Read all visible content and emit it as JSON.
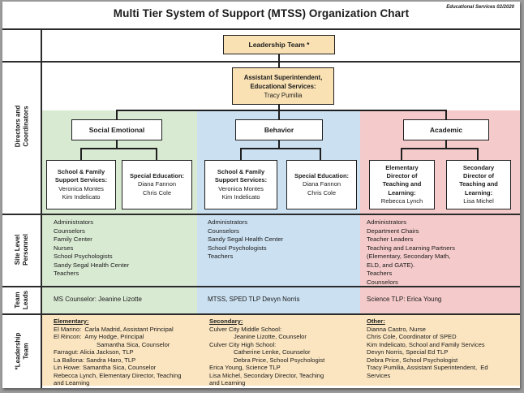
{
  "title": "Multi Tier System of Support (MTSS) Organization Chart",
  "corner_note": "Educational Services 02/2020",
  "colors": {
    "social_emotional_bg": "#D9EAD3",
    "behavior_bg": "#CBE0F1",
    "academic_bg": "#F4CACA",
    "leadership_box_fill": "#F9E1B3",
    "footer_fill": "#FBE5C0",
    "line": "#2b2b2b"
  },
  "side_labels": [
    {
      "id": "directors-and-coordinators",
      "lines": [
        "Directors and",
        "Coordinators"
      ]
    },
    {
      "id": "site-level-personnel",
      "lines": [
        "Site Level",
        "Personnel"
      ]
    },
    {
      "id": "team-leads",
      "lines": [
        "Team",
        "Leads"
      ]
    },
    {
      "id": "leadership-team",
      "lines": [
        "*Leadership",
        "Team"
      ]
    }
  ],
  "top": {
    "leadership_box": "Leadership Team *",
    "assistant_box": {
      "bold_lines": [
        "Assistant Superintendent,",
        "Educational Services:"
      ],
      "name": "Tracy Pumilia"
    }
  },
  "columns": [
    {
      "id": "social-emotional",
      "header": "Social Emotional",
      "boxes": [
        {
          "bold_lines": [
            "School & Family",
            "Support Services:"
          ],
          "names": [
            "Veronica Montes",
            "Kim Indelicato"
          ]
        },
        {
          "bold_lines": [
            "Special Education:"
          ],
          "names": [
            "Diana Fannon",
            "Chris Cole"
          ]
        }
      ],
      "site_personnel": [
        "Administrators",
        "Counselors",
        "Family Center",
        "Nurses",
        "School Psychologists",
        "Sandy Segal Health Center",
        "Teachers"
      ],
      "team_lead": "MS Counselor: Jeanine Lizotte"
    },
    {
      "id": "behavior",
      "header": "Behavior",
      "boxes": [
        {
          "bold_lines": [
            "School & Family",
            "Support Services:"
          ],
          "names": [
            "Veronica Montes",
            "Kim Indelicato"
          ]
        },
        {
          "bold_lines": [
            "Special Education:"
          ],
          "names": [
            "Diana Fannon",
            "Chris Cole"
          ]
        }
      ],
      "site_personnel": [
        "Administrators",
        "Counselors",
        "Sandy Segal Health Center",
        "School Psychologists",
        "Teachers"
      ],
      "team_lead": "MTSS, SPED TLP Devyn Norris"
    },
    {
      "id": "academic",
      "header": "Academic",
      "boxes": [
        {
          "bold_lines": [
            "Elementary",
            "Director of",
            "Teaching and",
            "Learning:"
          ],
          "names": [
            "Rebecca Lynch"
          ]
        },
        {
          "bold_lines": [
            "Secondary",
            "Director of",
            "Teaching and",
            "Learning:"
          ],
          "names": [
            "Lisa Michel"
          ]
        }
      ],
      "site_personnel": [
        "Administrators",
        "Department Chairs",
        "Teacher Leaders",
        "Teaching and Learning Partners",
        "(Elementary, Secondary Math,",
        "ELD, and GATE).",
        "Teachers",
        "Counselors"
      ],
      "team_lead": "Science TLP: Erica Young"
    }
  ],
  "leadership_footer": {
    "groups": [
      {
        "heading": "Elementary:",
        "lines": [
          {
            "t": "El Marino:  Carla Madrid, Assistant Principal",
            "i": 0
          },
          {
            "t": "El Rincon:  Amy Hodge, Principal",
            "i": 0
          },
          {
            "t": "Samantha Sica, Counselor",
            "i": 53
          },
          {
            "t": "Farragut: Alicia Jackson, TLP",
            "i": 0
          },
          {
            "t": "La Ballona: Sandra Haro, TLP",
            "i": 0
          },
          {
            "t": "Lin Howe: Samantha Sica, Counselor",
            "i": 0
          },
          {
            "t": "Rebecca Lynch, Elementary Director, Teaching",
            "i": 0
          },
          {
            "t": "and Learning",
            "i": 0
          }
        ]
      },
      {
        "heading": "Secondary:",
        "lines": [
          {
            "t": "Culver City Middle School:",
            "i": 0
          },
          {
            "t": "Jeanine Lizotte, Counselor",
            "i": 30
          },
          {
            "t": "Culver City High School:",
            "i": 0
          },
          {
            "t": "Catherine Lenke, Counselor",
            "i": 30
          },
          {
            "t": "Debra Price, School Psychologist",
            "i": 30
          },
          {
            "t": "Erica Young, Science TLP",
            "i": 0
          },
          {
            "t": "Lisa Michel, Secondary Director, Teaching",
            "i": 0
          },
          {
            "t": "and Learning",
            "i": 0
          }
        ]
      },
      {
        "heading": "Other:",
        "lines": [
          {
            "t": "Dianna Castro, Nurse",
            "i": 0
          },
          {
            "t": "Chris Cole, Coordinator of SPED",
            "i": 0
          },
          {
            "t": "Kim Indelicato, School and Family Services",
            "i": 0
          },
          {
            "t": "Devyn Norris, Special Ed TLP",
            "i": 0
          },
          {
            "t": "Debra Price, School Psychologist",
            "i": 0
          },
          {
            "t": "Tracy Pumilia, Assistant Superintendent,  Ed",
            "i": 0
          },
          {
            "t": "Services",
            "i": 0
          }
        ]
      }
    ]
  }
}
